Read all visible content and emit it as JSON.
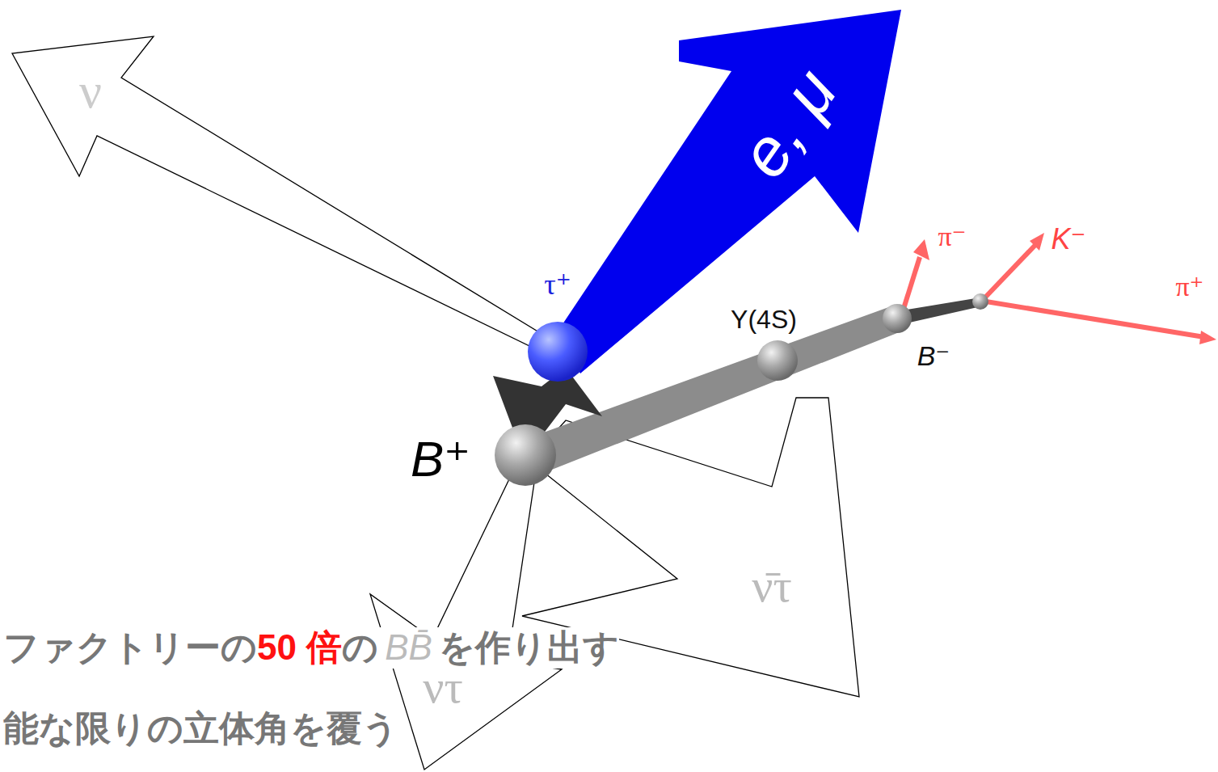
{
  "diagram": {
    "labels": [
      "ν",
      "e, μ",
      "τ⁺",
      "Y(4S)",
      "π⁻",
      "K⁻",
      "π⁺",
      "B⁻",
      "B⁺",
      "ν̄τ",
      "ντ",
      "ファクトリーの",
      "50 倍",
      "の",
      "BB̄",
      "を作り出す",
      "能な限りの立体角を覆う"
    ]
  }
}
